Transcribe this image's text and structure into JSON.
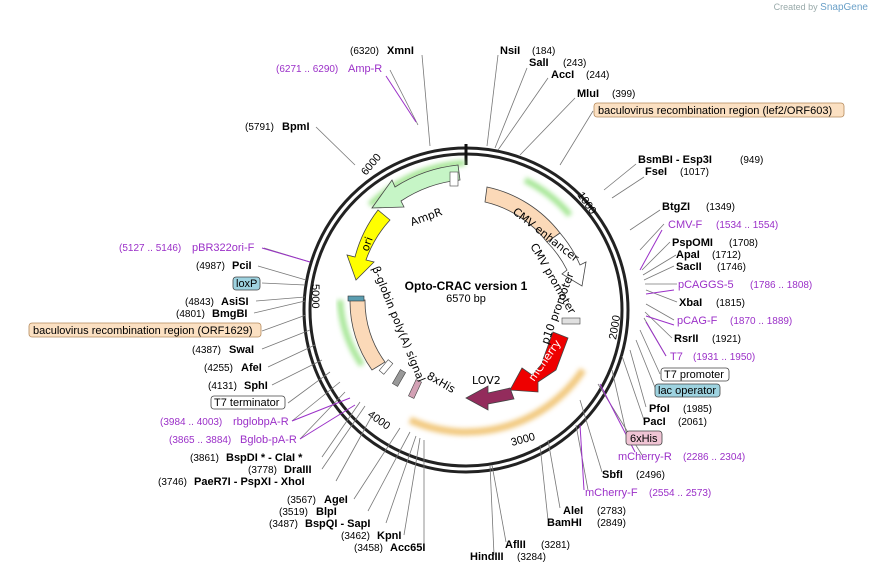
{
  "credit": {
    "prefix": "Created by",
    "brand": "SnapGene"
  },
  "map": {
    "title": "Opto-CRAC version 1",
    "length": "6570 bp",
    "ticks": [
      "1000",
      "2000",
      "3000",
      "4000",
      "5000",
      "6000"
    ]
  },
  "features_arc": [
    {
      "name": "AmpR"
    },
    {
      "name": "ori"
    },
    {
      "name": "CMV enhancer"
    },
    {
      "name": "CMV promoter"
    },
    {
      "name": "p10 promoter"
    },
    {
      "name": "mCherry"
    },
    {
      "name": "LOV2"
    },
    {
      "name": "8xHis"
    },
    {
      "name": "β-globin poly(A) signal"
    }
  ],
  "sites_right": [
    {
      "pos": "(184)",
      "name": "NsiI"
    },
    {
      "pos": "(243)",
      "name": "SalI"
    },
    {
      "pos": "(244)",
      "name": "AccI"
    },
    {
      "pos": "(399)",
      "name": "MluI"
    },
    {
      "box": "baculovirus recombination region (lef2/ORF603)"
    },
    {
      "name": "BsmBI   - Esp3I",
      "pos": "(949)"
    },
    {
      "name": "FseI",
      "pos": "(1017)"
    },
    {
      "name": "BtgZI",
      "pos": "(1349)"
    },
    {
      "primer": "CMV-F",
      "range": "(1534 .. 1554)"
    },
    {
      "name": "PspOMI",
      "pos": "(1708)"
    },
    {
      "name": "ApaI",
      "pos": "(1712)"
    },
    {
      "name": "SacII",
      "pos": "(1746)"
    },
    {
      "primer": "pCAGGS-5",
      "range": "(1786 .. 1808)"
    },
    {
      "name": "XbaI",
      "pos": "(1815)"
    },
    {
      "primer": "pCAG-F",
      "range": "(1870 .. 1889)"
    },
    {
      "name": "RsrII",
      "pos": "(1921)"
    },
    {
      "primer": "T7",
      "range": "(1931 .. 1950)"
    },
    {
      "box": "T7 promoter"
    },
    {
      "box": "lac operator"
    },
    {
      "name": "PfoI",
      "pos": "(1985)"
    },
    {
      "name": "PacI",
      "pos": "(2061)"
    },
    {
      "box": "6xHis"
    },
    {
      "primer": "mCherry-R",
      "range": "(2286 .. 2304)"
    },
    {
      "name": "SbfI",
      "pos": "(2496)"
    },
    {
      "primer": "mCherry-F",
      "range": "(2554 .. 2573)"
    },
    {
      "name": "AleI",
      "pos": "(2783)"
    },
    {
      "name": "BamHI",
      "pos": "(2849)"
    },
    {
      "name": "AflII",
      "pos": "(3281)"
    },
    {
      "name": "HindIII",
      "pos": "(3284)"
    }
  ],
  "sites_left": [
    {
      "pos": "(6320)",
      "name": "XmnI"
    },
    {
      "range": "(6271 .. 6290)",
      "primer": "Amp-R"
    },
    {
      "pos": "(5791)",
      "name": "BpmI"
    },
    {
      "range": "(5127 .. 5146)",
      "primer": "pBR322ori-F"
    },
    {
      "pos": "(4987)",
      "name": "PciI"
    },
    {
      "box": "loxP"
    },
    {
      "pos": "(4843)",
      "name": "AsiSI"
    },
    {
      "pos": "(4801)",
      "name": "BmgBI"
    },
    {
      "box": "baculovirus recombination region (ORF1629)"
    },
    {
      "pos": "(4387)",
      "name": "SwaI"
    },
    {
      "pos": "(4255)",
      "name": "AfeI"
    },
    {
      "pos": "(4131)",
      "name": "SphI"
    },
    {
      "box": "T7 terminator"
    },
    {
      "range": "(3984 .. 4003)",
      "primer": "rbglobpA-R"
    },
    {
      "range": "(3865 .. 3884)",
      "primer": "Bglob-pA-R"
    },
    {
      "pos": "(3861)",
      "name": "BspDI *  - ClaI *"
    },
    {
      "pos": "(3778)",
      "name": "DraIII"
    },
    {
      "pos": "(3746)",
      "name": "PaeR7I   - PspXI   - XhoI"
    },
    {
      "pos": "(3567)",
      "name": "AgeI"
    },
    {
      "pos": "(3519)",
      "name": "BlpI"
    },
    {
      "pos": "(3487)",
      "name": "BspQI   - SapI"
    },
    {
      "pos": "(3462)",
      "name": "KpnI"
    },
    {
      "pos": "(3458)",
      "name": "Acc65I"
    }
  ]
}
